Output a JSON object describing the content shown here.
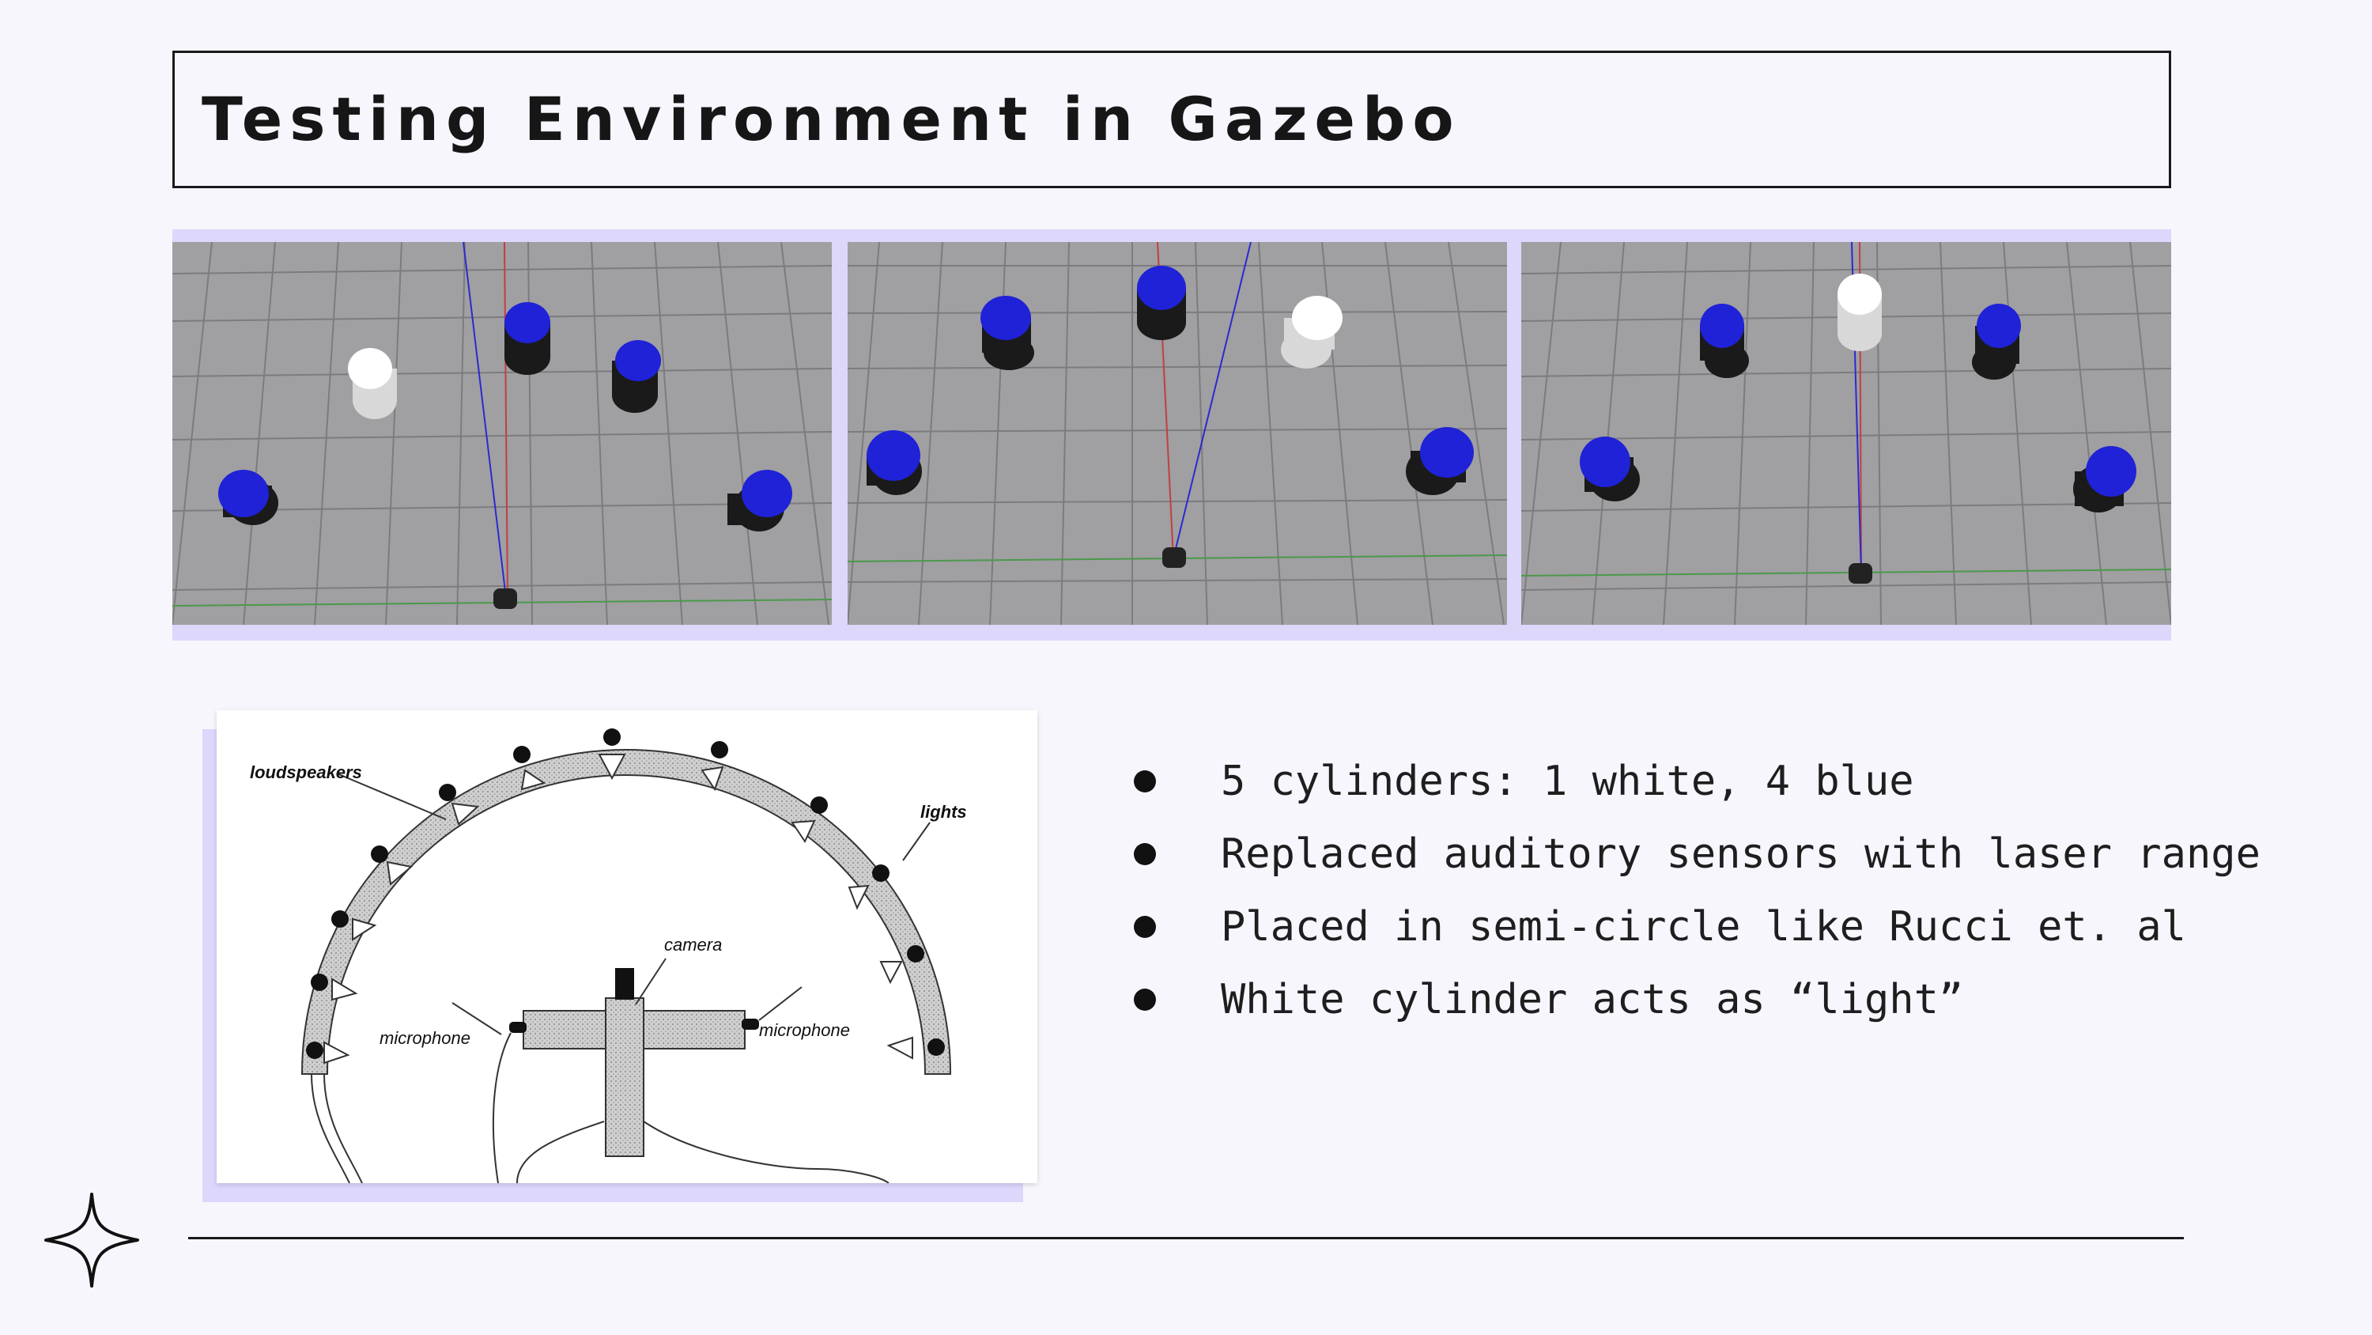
{
  "title": "Testing Environment in Gazebo",
  "screenshots": [
    {
      "name": "gazebo-view-1"
    },
    {
      "name": "gazebo-view-2"
    },
    {
      "name": "gazebo-view-3"
    }
  ],
  "diagram": {
    "labels": {
      "loudspeakers": "loudspeakers",
      "lights": "lights",
      "camera": "camera",
      "microphone_left": "microphone",
      "microphone_right": "microphone"
    }
  },
  "bullets": [
    "5 cylinders: 1 white, 4 blue",
    "Replaced auditory sensors with laser range",
    "Placed in semi-circle like Rucci et. al",
    "White cylinder acts as “light”"
  ],
  "colors": {
    "background": "#f8f6fd",
    "accent_lavender": "#dcd7fb",
    "ground_gray": "#a09fa2",
    "cylinder_blue": "#1f22d6",
    "cylinder_white": "#ffffff"
  },
  "icons": {
    "decoration": "four-point-star-icon"
  }
}
